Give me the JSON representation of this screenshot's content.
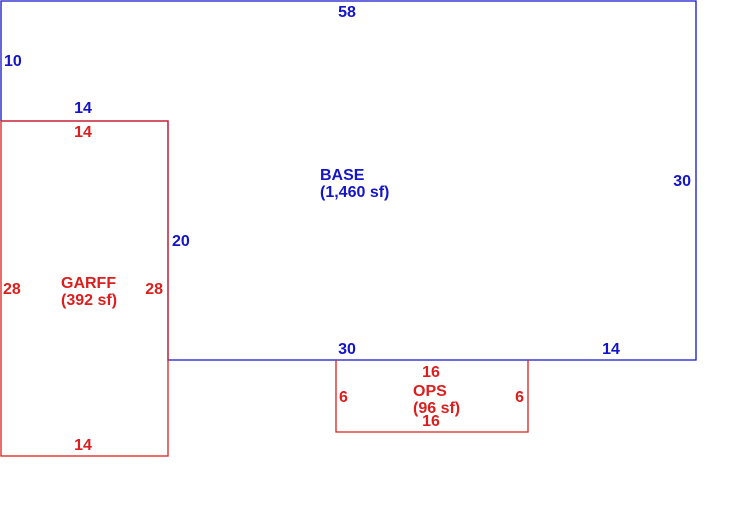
{
  "colors": {
    "base": "#1414c8",
    "addition": "#dc1e1e"
  },
  "sketch": {
    "base": {
      "name": "BASE",
      "area": "(1,460 sf)",
      "dims": {
        "top": "58",
        "left_upper": "10",
        "step_top": "14",
        "step_side": "20",
        "right": "30",
        "bottom_mid": "30",
        "bottom_right": "14"
      }
    },
    "garff": {
      "name": "GARFF",
      "area": "(392 sf)",
      "dims": {
        "top": "14",
        "left": "28",
        "right": "28",
        "bottom": "14"
      }
    },
    "ops": {
      "name": "OPS",
      "area": "(96 sf)",
      "dims": {
        "top": "16",
        "left": "6",
        "right": "6",
        "bottom": "16"
      }
    }
  }
}
